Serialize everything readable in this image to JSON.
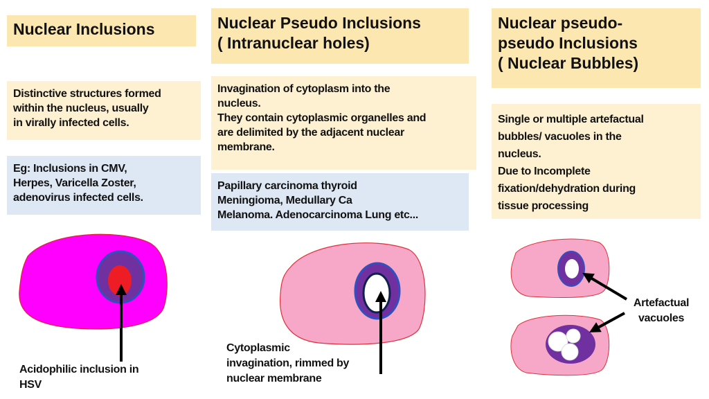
{
  "columns": [
    {
      "title": [
        "Nuclear Inclusions"
      ],
      "description": [
        "Distinctive structures formed",
        "within the nucleus, usually",
        "in virally infected cells."
      ],
      "examples": [
        "Eg: Inclusions in CMV,",
        "Herpes, Varicella Zoster,",
        "adenovirus infected cells."
      ],
      "figure_label": [
        "Acidophilic inclusion in",
        "HSV"
      ]
    },
    {
      "title": [
        "Nuclear Pseudo Inclusions",
        "( Intranuclear holes)"
      ],
      "description": [
        "Invagination of cytoplasm into the",
        "nucleus.",
        "They contain cytoplasmic organelles and",
        "are delimited by the adjacent nuclear",
        "membrane."
      ],
      "examples": [
        "Papillary carcinoma thyroid",
        "Meningioma, Medullary Ca",
        "Melanoma. Adenocarcinoma Lung etc..."
      ],
      "figure_label": [
        "Cytoplasmic",
        "invagination, rimmed by",
        "nuclear membrane"
      ]
    },
    {
      "title": [
        "Nuclear pseudo-",
        "pseudo  Inclusions",
        "( Nuclear Bubbles)"
      ],
      "description": [
        "Single or multiple artefactual",
        "bubbles/ vacuoles in the",
        "nucleus.",
        "Due to Incomplete",
        "fixation/dehydration during",
        "tissue processing"
      ],
      "figure_label": [
        "Artefactual",
        "vacuoles"
      ]
    }
  ],
  "colors": {
    "title_bg": "#fde7b0",
    "desc_bg": "#fef1d2",
    "example_bg": "#dde8f4",
    "magenta": "#ff00ff",
    "pink": "#f7a8c8",
    "purple": "#7030a0",
    "red": "#ee1c25"
  }
}
